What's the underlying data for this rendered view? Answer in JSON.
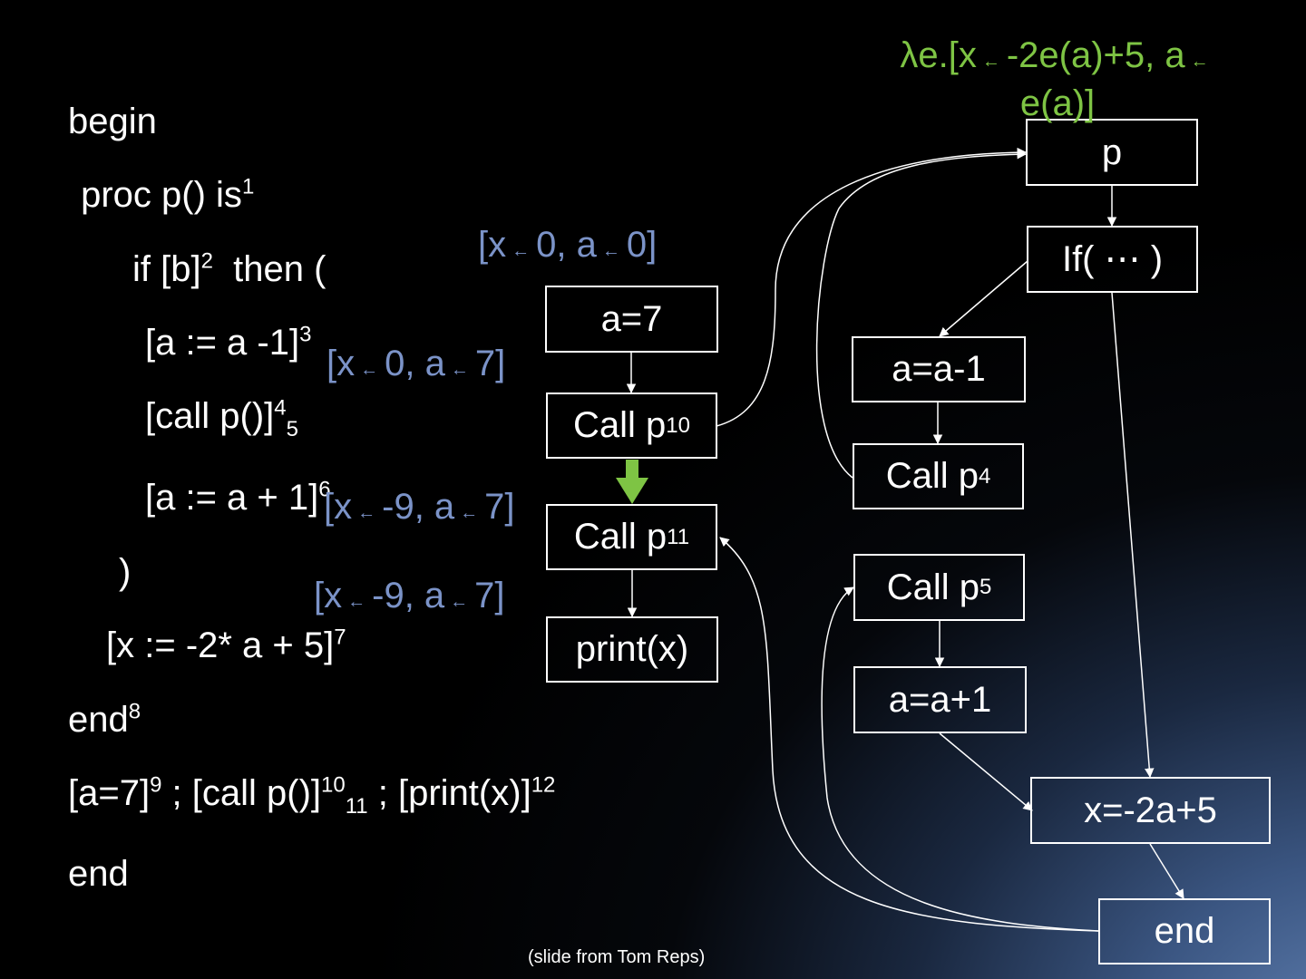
{
  "code": {
    "line1": "begin",
    "line2": " proc p() is",
    "line2_sup": "1",
    "line3_a": "if [b]",
    "line3_sup": "2",
    "line3_b": "  then (",
    "line4": "[a := a -1]",
    "line4_sup": "3",
    "line5": "[call p()]",
    "line5_sup": "4",
    "line5_sub": "5",
    "line6": "[a := a + 1]",
    "line6_sup": "6",
    "line7": ")",
    "line8": "[x := -2* a + 5]",
    "line8_sup": "7",
    "line9": "end",
    "line9_sup": "8",
    "line10_a": "[a=7]",
    "line10_sup1": "9",
    "line10_b": " ; [call p()]",
    "line10_sup2": "10",
    "line10_sub": "11",
    "line10_c": " ; [print(x)]",
    "line10_sup3": "12",
    "line11": "end"
  },
  "main_nodes": {
    "a7": "a=7",
    "call10": "Call p",
    "call10_sup": "10",
    "call11": "Call p",
    "call11_sup": "11",
    "print": "print(x)"
  },
  "proc_nodes": {
    "p": "p",
    "if": "If( ⋯ )",
    "dec": "a=a-1",
    "call4": "Call p",
    "call4_sup": "4",
    "call5": "Call p",
    "call5_sup": "5",
    "inc": "a=a+1",
    "assign": "x=-2a+5",
    "end": "end"
  },
  "annotations": {
    "env_sep": "←",
    "env1_a": "[x",
    "env1_b": "0, a",
    "env1_c": "0]",
    "env2_a": "[x",
    "env2_b": "0, a",
    "env2_c": "7]",
    "env3_a": "[x",
    "env3_b": "-9, a",
    "env3_c": "7]",
    "env4_a": "[x",
    "env4_b": "-9, a",
    "env4_c": "7]",
    "lambda_a": "λe.[x",
    "lambda_b": "-2e(a)+5, a",
    "lambda_c": "e(a)]"
  },
  "credit": "(slide from Tom Reps)",
  "colors": {
    "env_annotation": "#7b93c8",
    "lambda_annotation": "#7ec444",
    "highlight_arrow": "#7ec444"
  }
}
